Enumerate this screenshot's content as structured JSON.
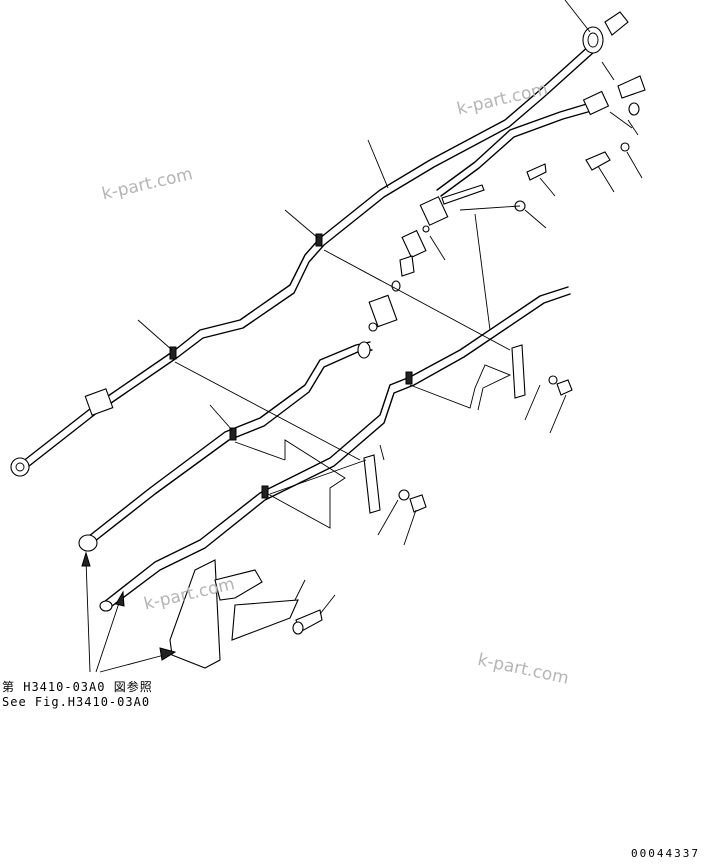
{
  "labels": {
    "reference_jp": "第 H3410-03A0 図参照",
    "reference_en": "See Fig.H3410-03A0",
    "figure_number": "00044337"
  },
  "watermarks": [
    "k-part.com",
    "k-part.com",
    "k-part.com",
    "k-part.com"
  ]
}
